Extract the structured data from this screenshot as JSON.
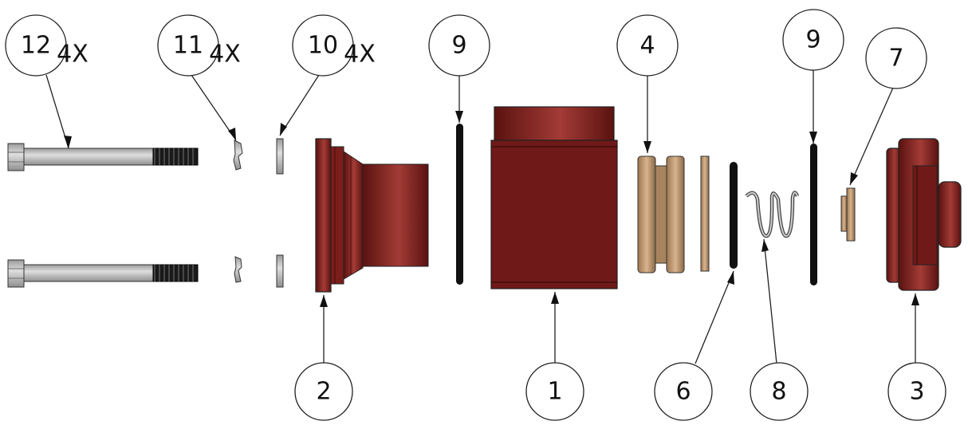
{
  "diagram": {
    "type": "exploded-assembly-view",
    "colors": {
      "red_part": "#7a1e1c",
      "red_dark": "#4e0f0e",
      "red_light": "#a8413c",
      "steel": "#bdbdbd",
      "steel_dark": "#8a8a8a",
      "bronze": "#c9a27c",
      "bronze_dark": "#8c6a48",
      "oring": "#111111",
      "outline": "#222222"
    },
    "balloons": [
      {
        "id": "b12",
        "number": "12",
        "qty": "4X"
      },
      {
        "id": "b11",
        "number": "11",
        "qty": "4X"
      },
      {
        "id": "b10",
        "number": "10",
        "qty": "4X"
      },
      {
        "id": "b9a",
        "number": "9",
        "qty": ""
      },
      {
        "id": "b4",
        "number": "4",
        "qty": ""
      },
      {
        "id": "b9b",
        "number": "9",
        "qty": ""
      },
      {
        "id": "b7",
        "number": "7",
        "qty": ""
      },
      {
        "id": "b2",
        "number": "2",
        "qty": ""
      },
      {
        "id": "b1",
        "number": "1",
        "qty": ""
      },
      {
        "id": "b6",
        "number": "6",
        "qty": ""
      },
      {
        "id": "b8",
        "number": "8",
        "qty": ""
      },
      {
        "id": "b3",
        "number": "3",
        "qty": ""
      }
    ]
  }
}
